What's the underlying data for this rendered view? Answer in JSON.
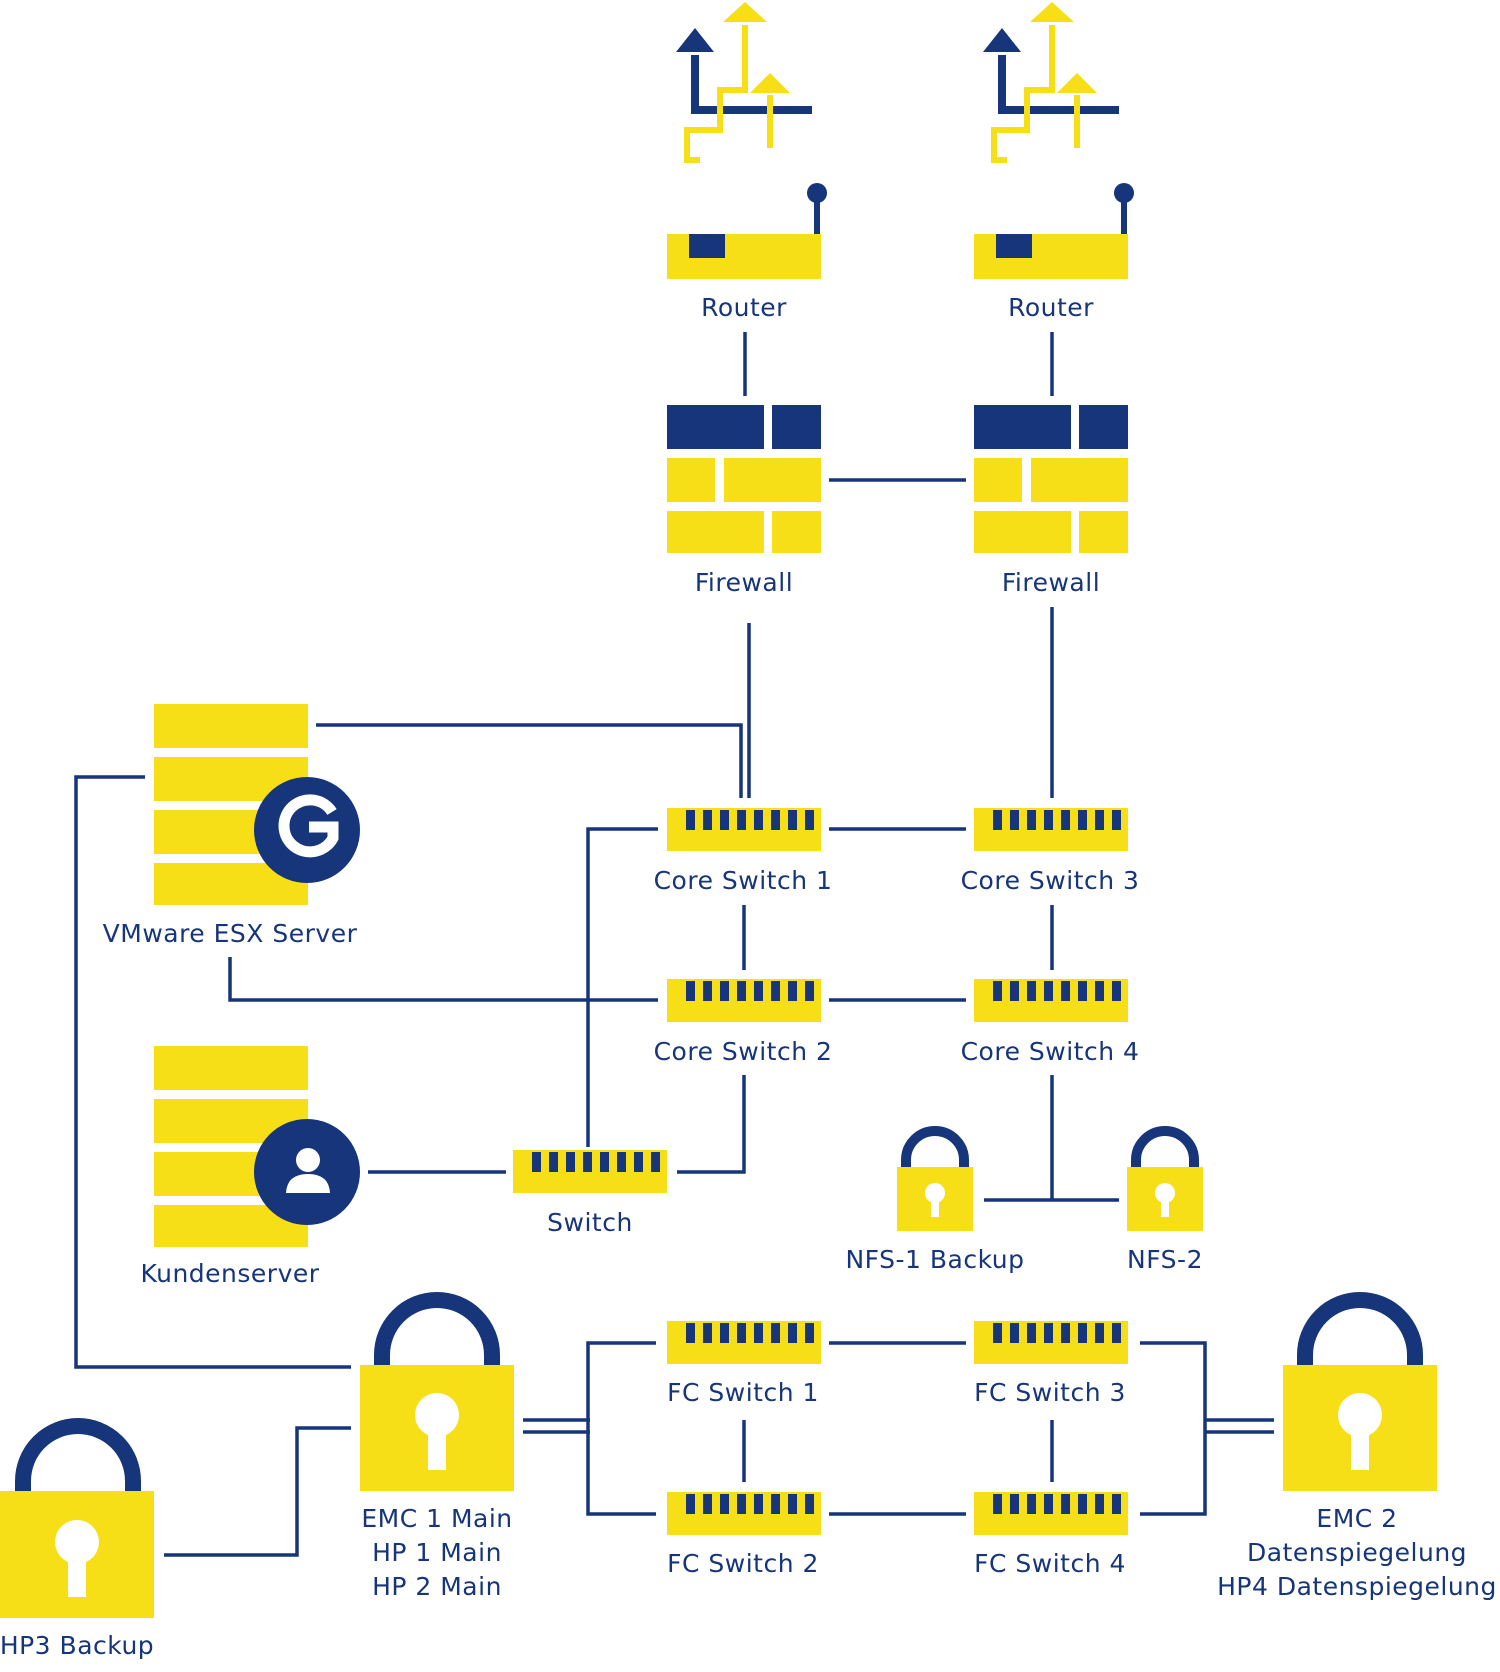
{
  "colors": {
    "navy": "#16357a",
    "yellow": "#f6df17",
    "background": "#ffffff"
  },
  "icons": [
    "internet-upload-arrows-icon",
    "router-icon",
    "firewall-icon",
    "network-switch-icon",
    "server-rack-icon",
    "g-logo-badge-icon",
    "user-badge-icon",
    "padlock-icon"
  ],
  "nodes": {
    "router_left": "Router",
    "router_right": "Router",
    "firewall_left": "Firewall",
    "firewall_right": "Firewall",
    "vmware_server": "VMware ESX Server",
    "customer_server": "Kundenserver",
    "core_switch_1": "Core Switch 1",
    "core_switch_2": "Core Switch 2",
    "core_switch_3": "Core Switch 3",
    "core_switch_4": "Core Switch 4",
    "switch": "Switch",
    "nfs1": "NFS-1 Backup",
    "nfs2": "NFS-2",
    "fc_switch_1": "FC Switch 1",
    "fc_switch_2": "FC Switch 2",
    "fc_switch_3": "FC Switch 3",
    "fc_switch_4": "FC Switch 4",
    "emc1": [
      "EMC 1 Main",
      "HP 1 Main",
      "HP 2 Main"
    ],
    "emc2": [
      "EMC 2",
      "Datenspiegelung",
      "HP4 Datenspiegelung"
    ],
    "hp3": "HP3 Backup"
  }
}
